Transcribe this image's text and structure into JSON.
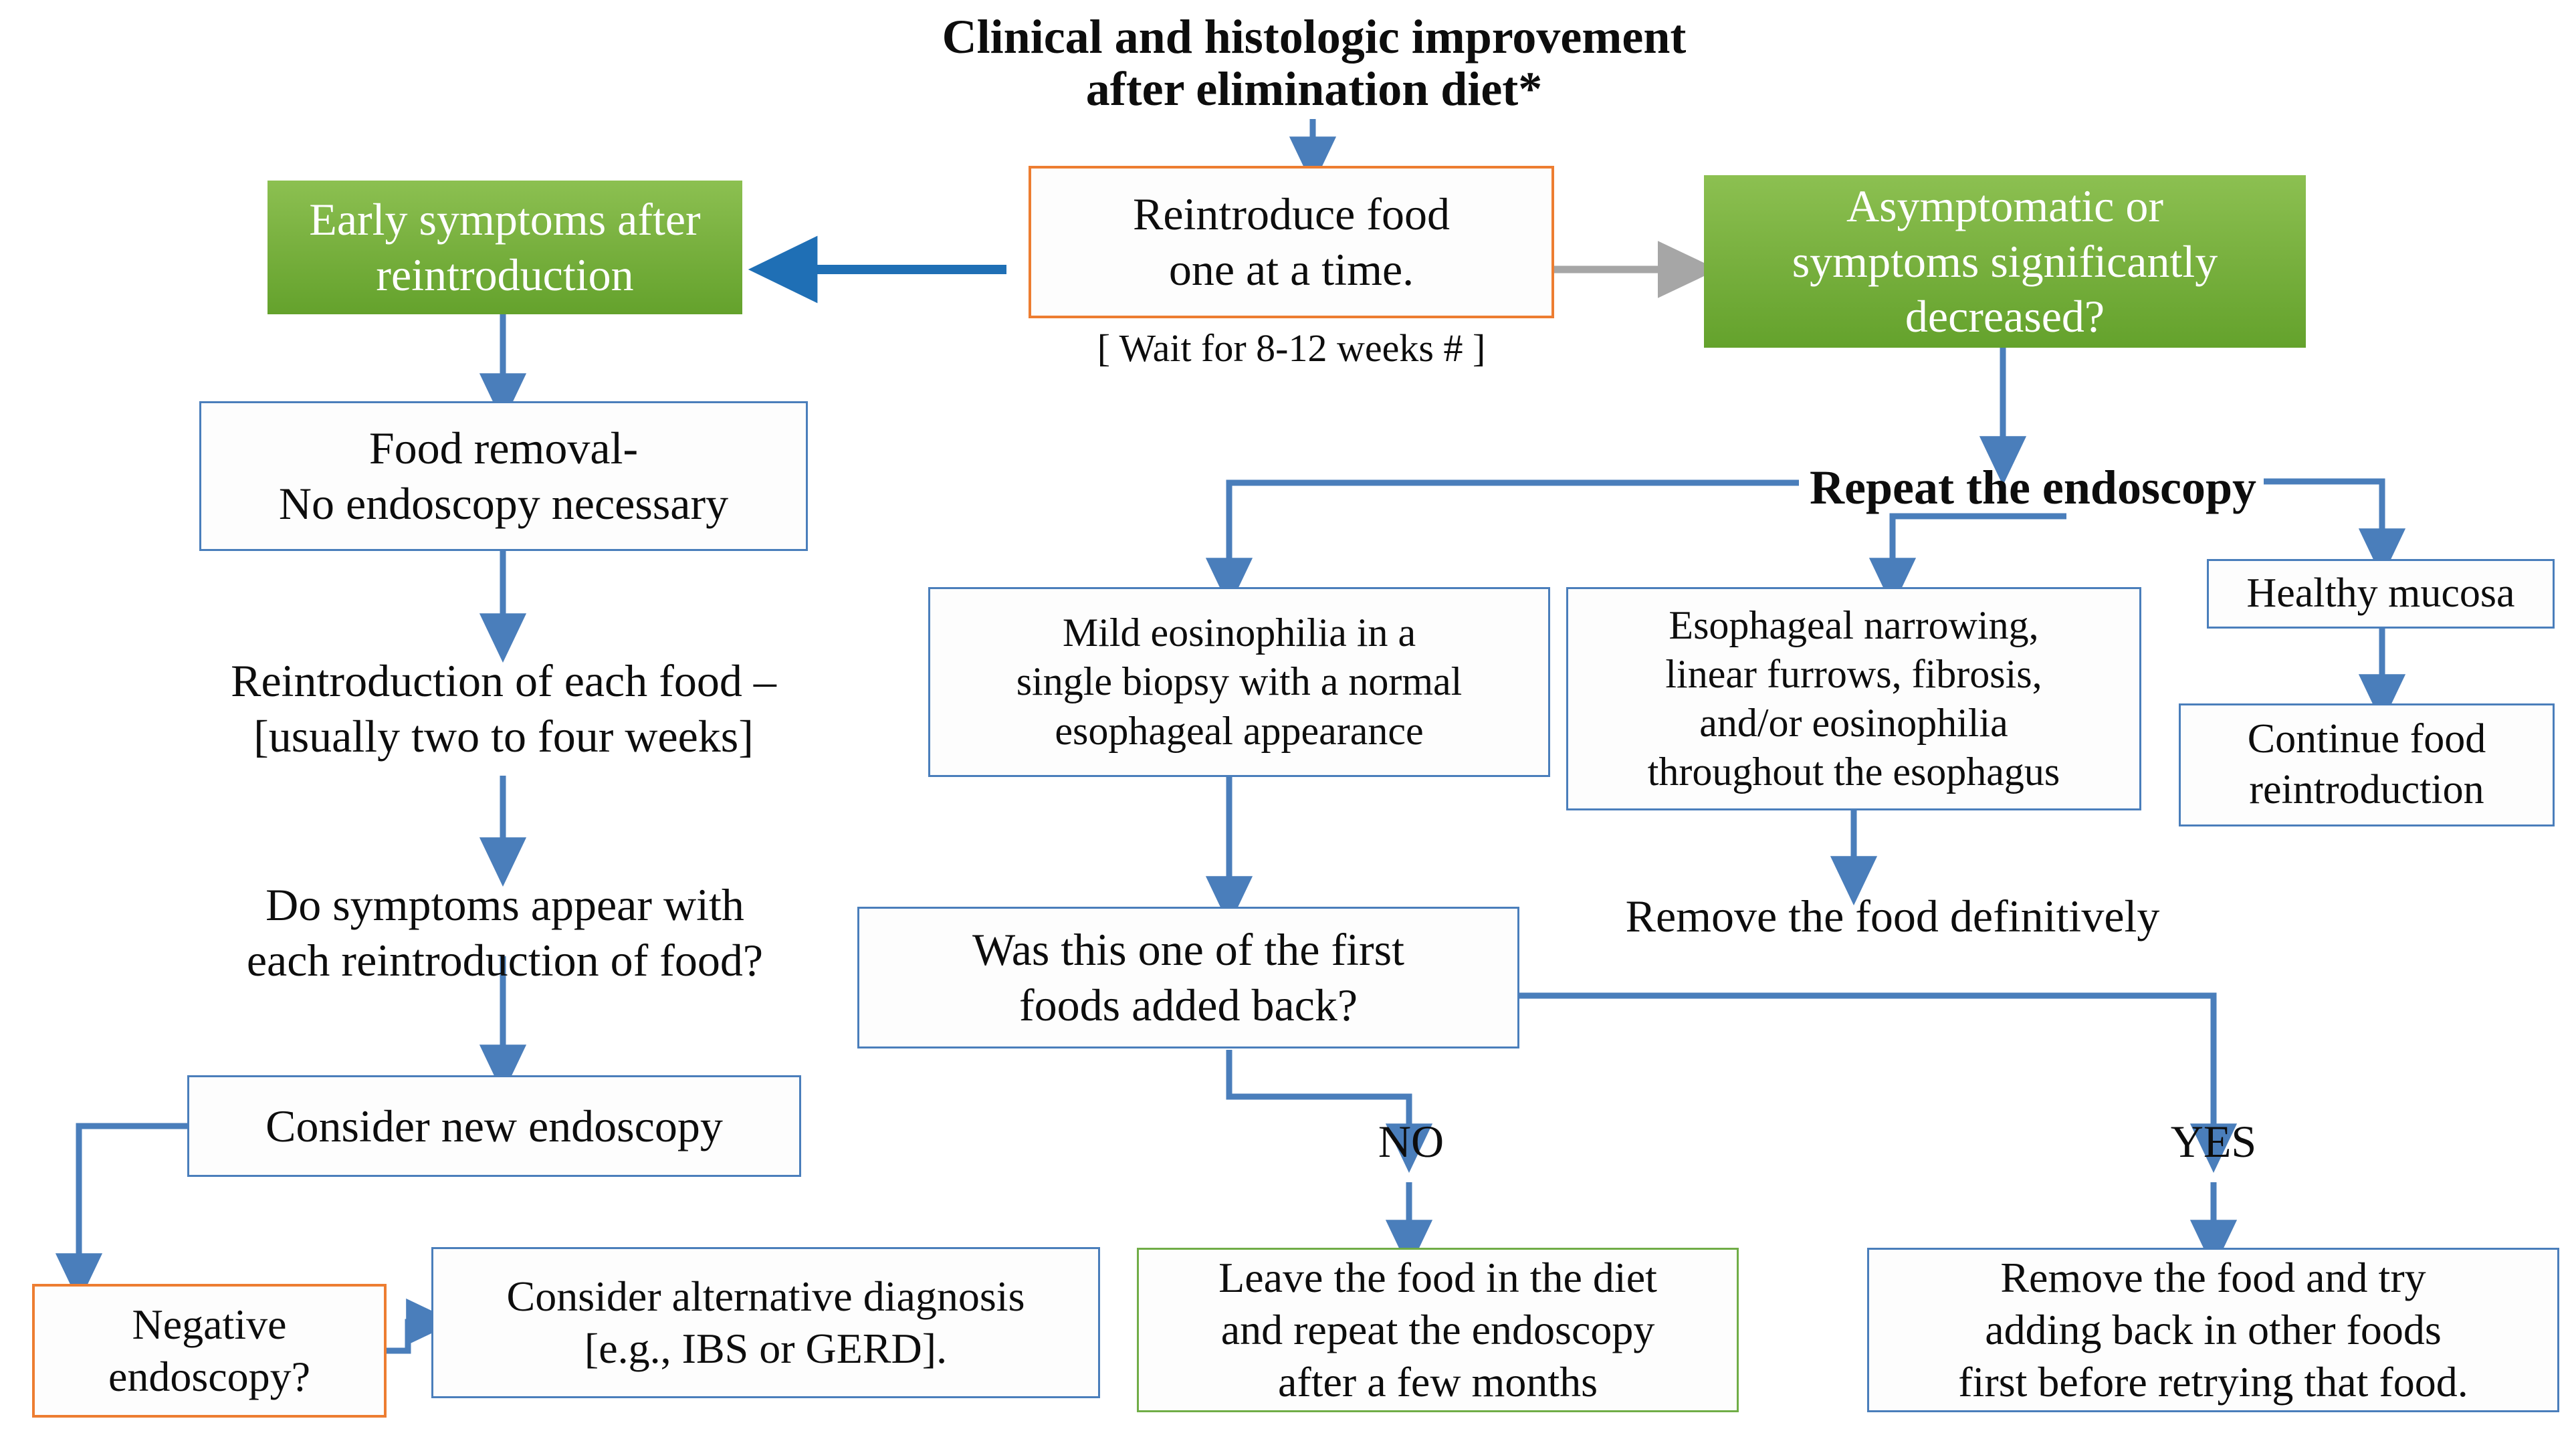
{
  "diagram": {
    "title_line1": "Clinical and histologic improvement",
    "title_line2": "after elimination diet*",
    "nodes": {
      "reintroduce_food": "Reintroduce food\none at a time.",
      "wait_note": "[ Wait for 8-12 weeks # ]",
      "early_symptoms": "Early symptoms after\nreintroduction",
      "asymptomatic": "Asymptomatic or\nsymptoms significantly\ndecreased?",
      "food_removal": "Food removal-\nNo endoscopy necessary",
      "reintroduction_each_food": "Reintroduction of each food –\n[usually two to four weeks]",
      "do_symptoms_appear": "Do symptoms appear with\neach reintroduction of food?",
      "consider_new_endoscopy": "Consider new endoscopy",
      "negative_endoscopy": "Negative\nendoscopy?",
      "consider_alternative": "Consider alternative diagnosis\n[e.g., IBS or GERD].",
      "repeat_endoscopy": "Repeat the endoscopy",
      "mild_eosinophilia": "Mild eosinophilia in a\nsingle biopsy with a normal\nesophageal appearance",
      "esophageal_narrowing": "Esophageal narrowing,\nlinear furrows, fibrosis,\nand/or eosinophilia\nthroughout the esophagus",
      "healthy_mucosa": "Healthy mucosa",
      "continue_food_reintroduction": "Continue food\nreintroduction",
      "was_first_food": "Was this one of the first\nfoods added back?",
      "remove_definitively": "Remove the food definitively",
      "leave_food": "Leave the food in the diet\nand repeat the endoscopy\nafter a few months",
      "remove_and_try": "Remove the food and try\nadding back in other foods\nfirst before retrying that food."
    },
    "edge_labels": {
      "no": "NO",
      "yes": "YES"
    },
    "colors": {
      "blue_connector": "#4A7EBB",
      "blue_arrow_strong": "#1F6FB5",
      "gray_connector": "#A6A6A6",
      "orange_border": "#ED7D31",
      "green_border": "#70AD47",
      "green_fill_top": "#8CC051",
      "green_fill_bottom": "#64A22C",
      "box_border_blue": "#4A7EBB",
      "text": "#0D0D0D"
    }
  }
}
